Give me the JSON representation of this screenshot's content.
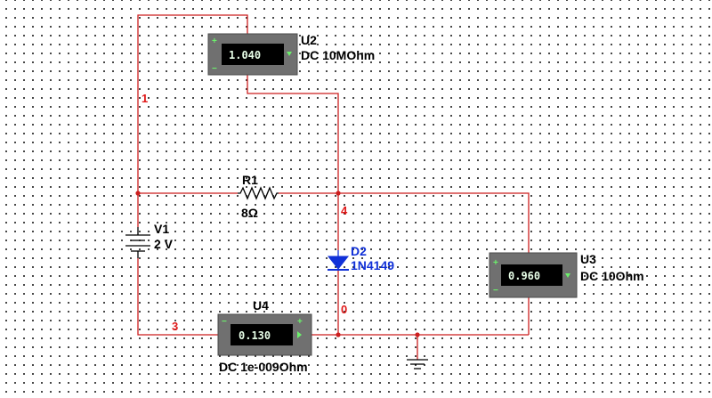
{
  "colors": {
    "wire": "#cc1f1f",
    "net_label": "#e01818",
    "diode": "#1030d8",
    "meter_body": "#707070",
    "lcd": "#000000"
  },
  "nets": {
    "n1": "1",
    "n4": "4",
    "n3": "3",
    "n0": "0"
  },
  "components": {
    "r1": {
      "ref": "R1",
      "value": "8Ω"
    },
    "v1": {
      "ref": "V1",
      "value": "2 V"
    },
    "d2": {
      "ref": "D2",
      "model": "1N4149"
    },
    "u2": {
      "ref": "U2",
      "reading": "1.040",
      "mode": "DC  10MOhm"
    },
    "u3": {
      "ref": "U3",
      "reading": "0.960",
      "mode": "DC  10Ohm"
    },
    "u4": {
      "ref": "U4",
      "reading": "0.130",
      "mode": "DC  1e-009Ohm"
    }
  },
  "meter_pins": {
    "plus": "+",
    "minus": "−"
  },
  "icons": {
    "ground": "ground-symbol-icon",
    "battery": "battery-icon",
    "resistor": "resistor-zigzag-icon",
    "diode": "diode-icon"
  }
}
